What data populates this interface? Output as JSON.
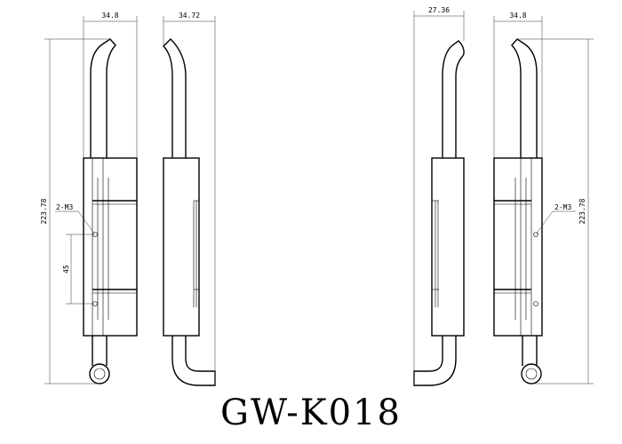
{
  "drawing": {
    "title": "GW-K018",
    "dimensions": {
      "v1_width": "34.8",
      "v2_width": "34.72",
      "v3_width": "27.36",
      "v4_width": "34.8",
      "left_height": "223.78",
      "right_height": "223.78",
      "hole_spacing": "45",
      "left_thread": "2-M3",
      "right_thread": "2-M3"
    }
  }
}
